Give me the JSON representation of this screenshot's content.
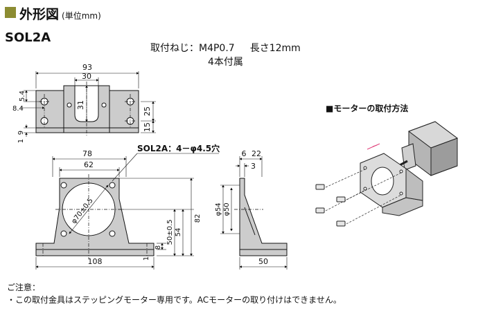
{
  "header": {
    "title": "外形図",
    "unit": "(単位mm)"
  },
  "model": "SOL2A",
  "spec": {
    "screw": "取付ねじ：M4P0.7",
    "length": "長さ12mm",
    "quantity": "4本付属"
  },
  "top_view": {
    "dims": {
      "w93": "93",
      "w30": "30",
      "h31": "31",
      "h5_4": "5.4",
      "h8_4": "8.4",
      "h25": "25",
      "h15": "15",
      "h9": "9",
      "h1": "1"
    }
  },
  "front_view": {
    "dims": {
      "w78": "78",
      "w62": "62",
      "w108": "108",
      "d70": "φ70±0.5",
      "h50": "50±0.5",
      "h54": "54",
      "h82": "82",
      "h8": "8",
      "h1": "1"
    },
    "callout": "SOL2A：4－φ4.5穴"
  },
  "side_view": {
    "dims": {
      "w6": "6",
      "w22": "22",
      "w3": "3",
      "d54": "φ54",
      "d50": "φ50",
      "w50": "50"
    }
  },
  "mounting": {
    "title": "■モーターの取付方法"
  },
  "note": {
    "title": "ご注意：",
    "line": "・この取付金具はステッピングモーター専用です。ACモーターの取り付けはできません。"
  },
  "colors": {
    "part_fill": "#cccccc",
    "accent": "#8c8c32",
    "arrow": "#e0407a"
  }
}
